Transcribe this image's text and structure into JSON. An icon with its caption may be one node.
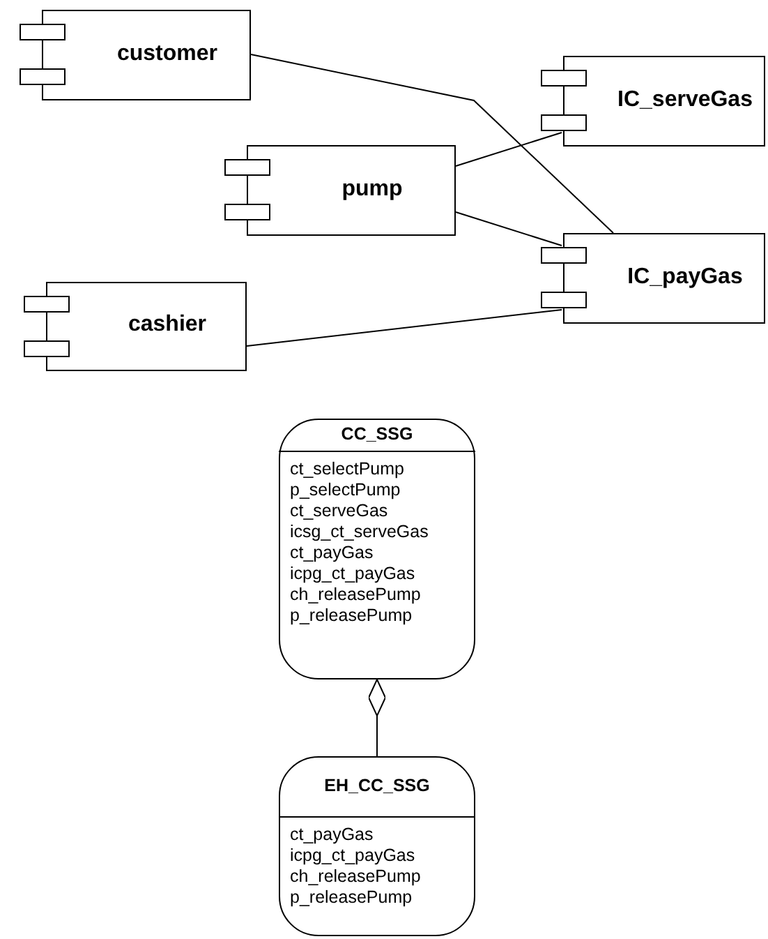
{
  "diagram": {
    "nodes": [
      {
        "text": [
          "customer"
        ]
      },
      {
        "text": [
          "IC_serveGas"
        ]
      },
      {
        "text": [
          "pump"
        ]
      },
      {
        "text": [
          "IC_payGas"
        ]
      },
      {
        "text": [
          "cashier"
        ]
      },
      {
        "text": [
          "CC_SSG",
          "ct_selectPump",
          "p_selectPump",
          "ct_serveGas",
          "icsg_ct_serveGas",
          "ct_payGas",
          "icpg_ct_payGas",
          "ch_releasePump",
          "p_releasePump"
        ]
      },
      {
        "text": [
          "EH_CC_SSG",
          "ct_payGas",
          "icpg_ct_payGas",
          "ch_releasePump",
          "p_releasePump"
        ]
      }
    ],
    "edges": [
      {
        "from": 0,
        "to": 3,
        "arrow": "none"
      },
      {
        "from": 2,
        "to": 1,
        "arrow": "none"
      },
      {
        "from": 2,
        "to": 3,
        "arrow": "none"
      },
      {
        "from": 4,
        "to": 3,
        "arrow": "none"
      },
      {
        "from": 5,
        "to": 6,
        "arrow": "other"
      }
    ]
  }
}
